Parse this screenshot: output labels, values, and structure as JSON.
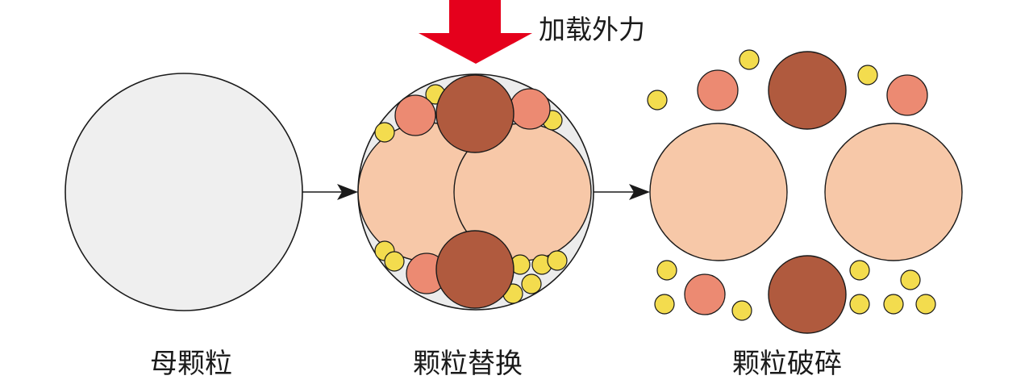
{
  "labels": {
    "force": "加载外力",
    "parent": "母颗粒",
    "replacement": "颗粒替换",
    "breakage": "颗粒破碎"
  },
  "colors": {
    "parent_fill": "#efefef",
    "large_fragment": "#f7c8a8",
    "dark_fragment": "#b05a3e",
    "medium_fragment": "#ec8a72",
    "small_fragment": "#f3dc4e",
    "force_arrow": "#e5001c",
    "outline": "#1a1a1a"
  },
  "icons": {
    "force_arrow": "down-arrow-icon",
    "flow_arrow": "right-arrow-icon"
  }
}
